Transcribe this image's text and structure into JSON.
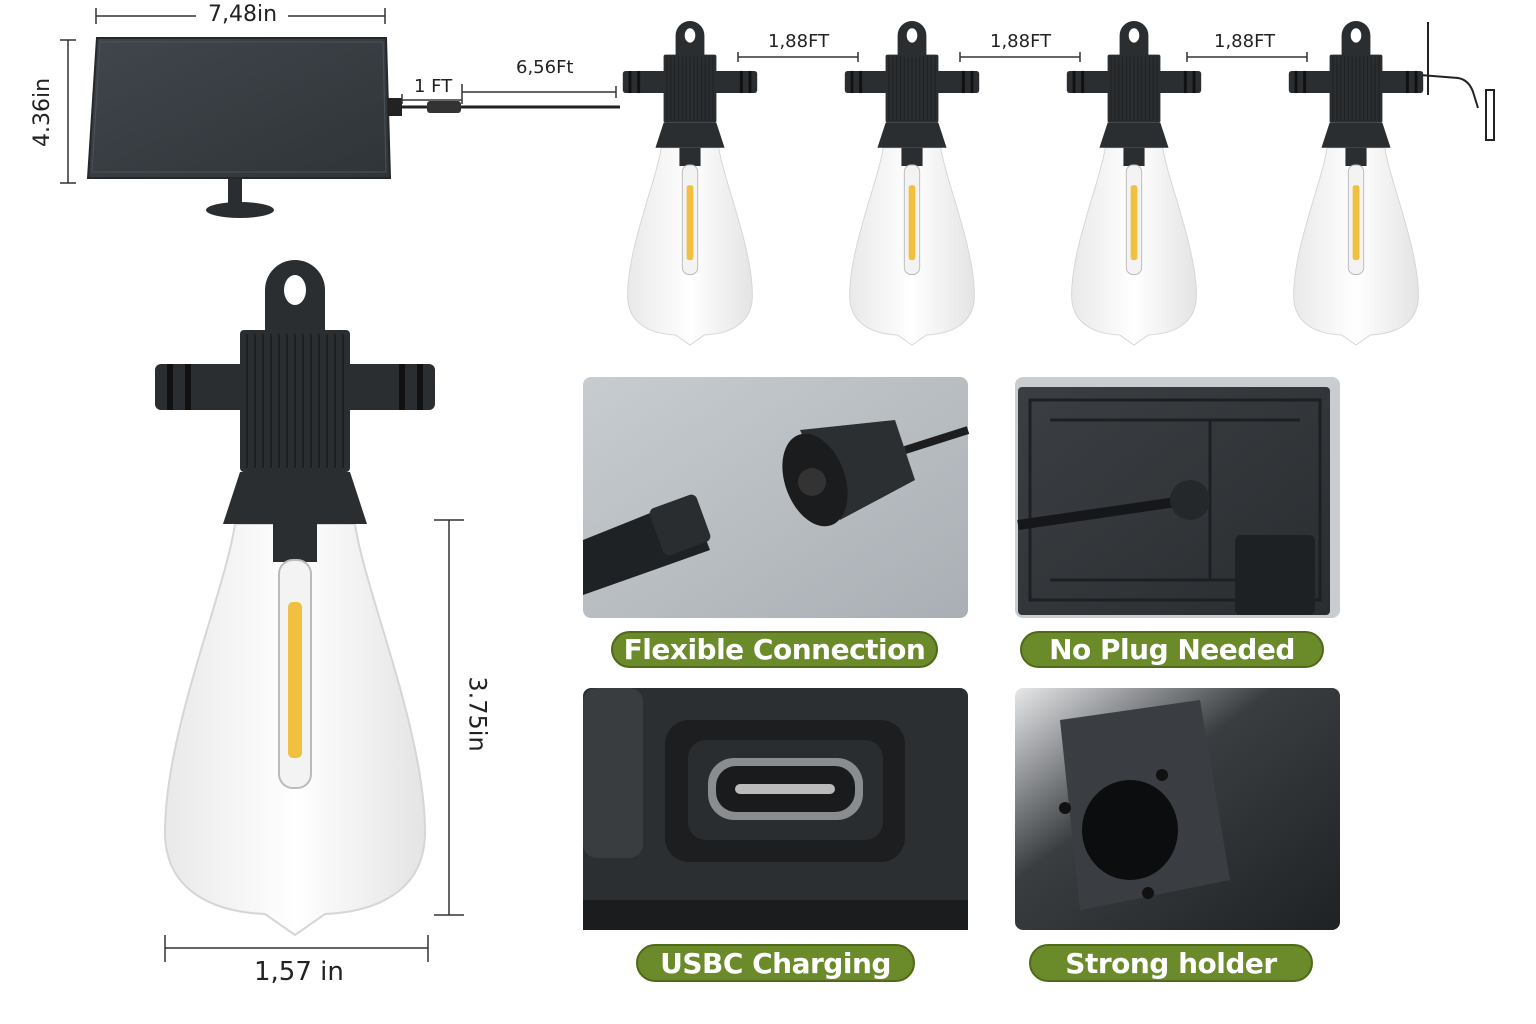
{
  "dimensions": {
    "panel_width": "7,48in",
    "panel_height": "4.36in",
    "cable_short": "1 FT",
    "cable_long": "6,56Ft",
    "bulb_spacing": [
      "1,88FT",
      "1,88FT",
      "1,88FT"
    ],
    "bulb_height": "3.75in",
    "bulb_width": "1,57 in"
  },
  "features": [
    {
      "label": "Flexible Connection"
    },
    {
      "label": "No Plug Needed"
    },
    {
      "label": "USBC Charging"
    },
    {
      "label": "Strong holder"
    }
  ],
  "colors": {
    "accent": "#6b8a2a",
    "filament": "#f2c040",
    "plastic": "#2b2e30"
  }
}
